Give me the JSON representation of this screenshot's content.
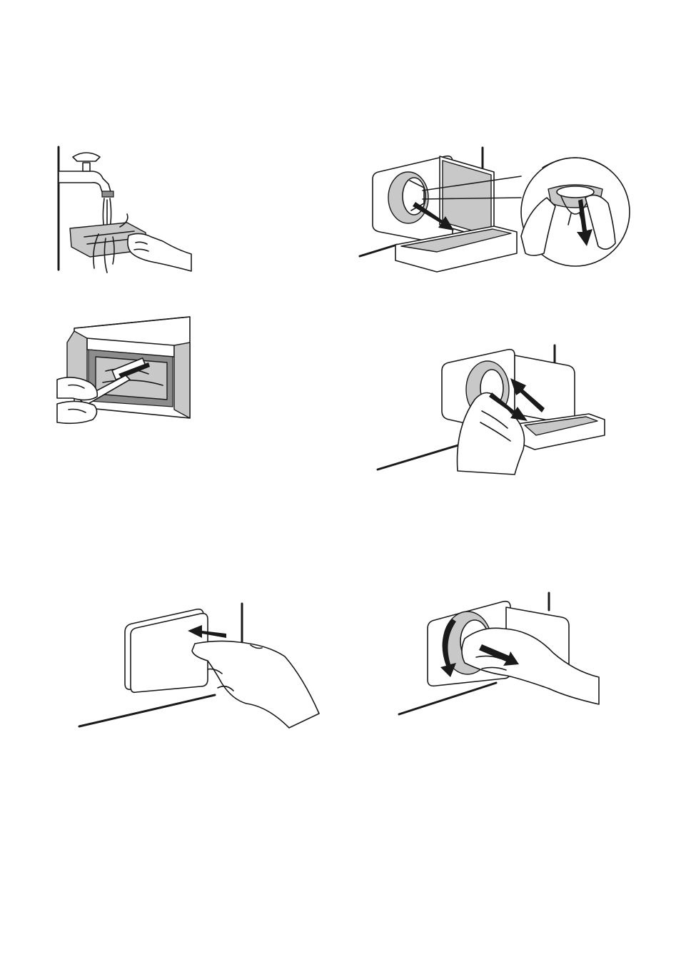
{
  "figures": [
    {
      "id": "fig-rinse-filter",
      "icon": "tap-rinsing-filter"
    },
    {
      "id": "fig-brush-housing",
      "icon": "brush-cleaning-filter-housing"
    },
    {
      "id": "fig-remove-filter",
      "icon": "filter-removal-into-tray"
    },
    {
      "id": "fig-reinsert-filter",
      "icon": "filter-reinsertion"
    },
    {
      "id": "fig-open-flap",
      "icon": "open-service-flap"
    },
    {
      "id": "fig-unscrew-filter",
      "icon": "unscrew-drain-filter"
    }
  ]
}
